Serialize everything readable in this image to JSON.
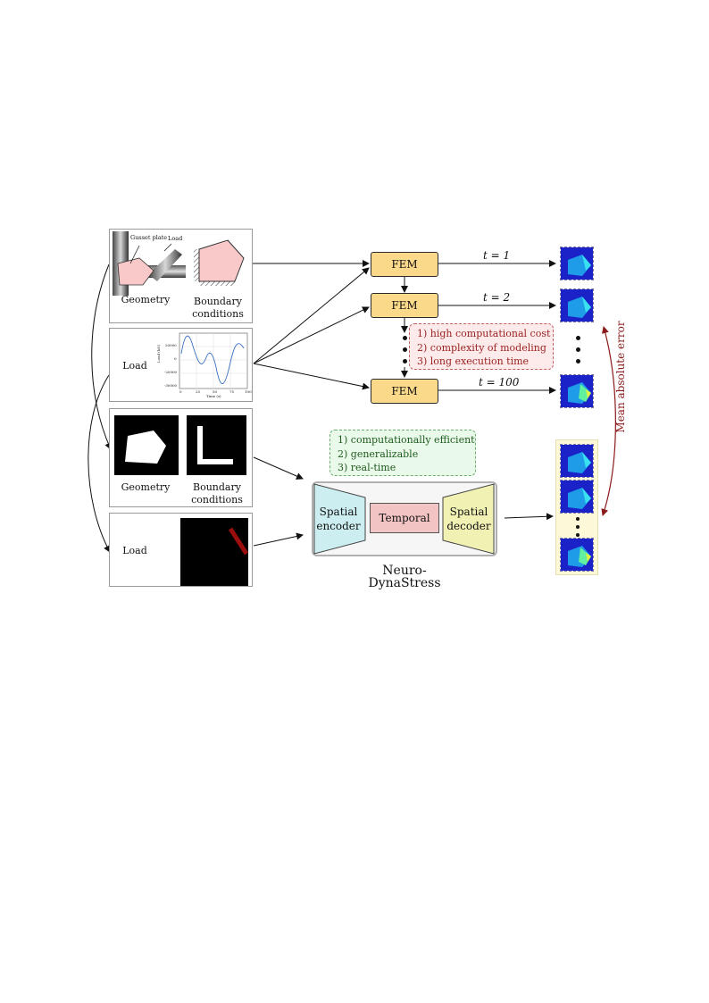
{
  "input_fem": {
    "gusset_plate_label": "Gusset plate",
    "load_arrow_label": "Load",
    "geometry_label": "Geometry",
    "boundary_label_1": "Boundary",
    "boundary_label_2": "conditions",
    "load_label": "Load",
    "load_plot": {
      "ylabel": "Load (kN)",
      "xlabel": "Time (s)",
      "yticks": [
        "20000",
        "0",
        "-20000",
        "-30000"
      ],
      "xticks": [
        "0",
        "25",
        "50",
        "75",
        "100"
      ]
    }
  },
  "input_nn": {
    "geometry_label": "Geometry",
    "boundary_label_1": "Boundary",
    "boundary_label_2": "conditions",
    "load_label": "Load"
  },
  "fem": {
    "box_label": "FEM",
    "t1": "t = 1",
    "t2": "t = 2",
    "t100": "t = 100"
  },
  "drawbacks": [
    "1) high computational cost",
    "2) complexity of modeling",
    "3) long execution time"
  ],
  "advantages": [
    "1) computationally efficient",
    "2) generalizable",
    "3) real-time"
  ],
  "model": {
    "encoder_1": "Spatial",
    "encoder_2": "encoder",
    "temporal": "Temporal",
    "decoder_1": "Spatial",
    "decoder_2": "decoder",
    "name": "Neuro-DynaStress"
  },
  "error_label": "Mean absolute error",
  "colors": {
    "fem_fill": "#fbd98a",
    "encoder_fill": "#cdeef0",
    "decoder_fill": "#f1f1b4",
    "temporal_fill": "#f3c4c4",
    "plate_fill": "#f9c9c9",
    "error_arrow": "#8b1a1a"
  }
}
